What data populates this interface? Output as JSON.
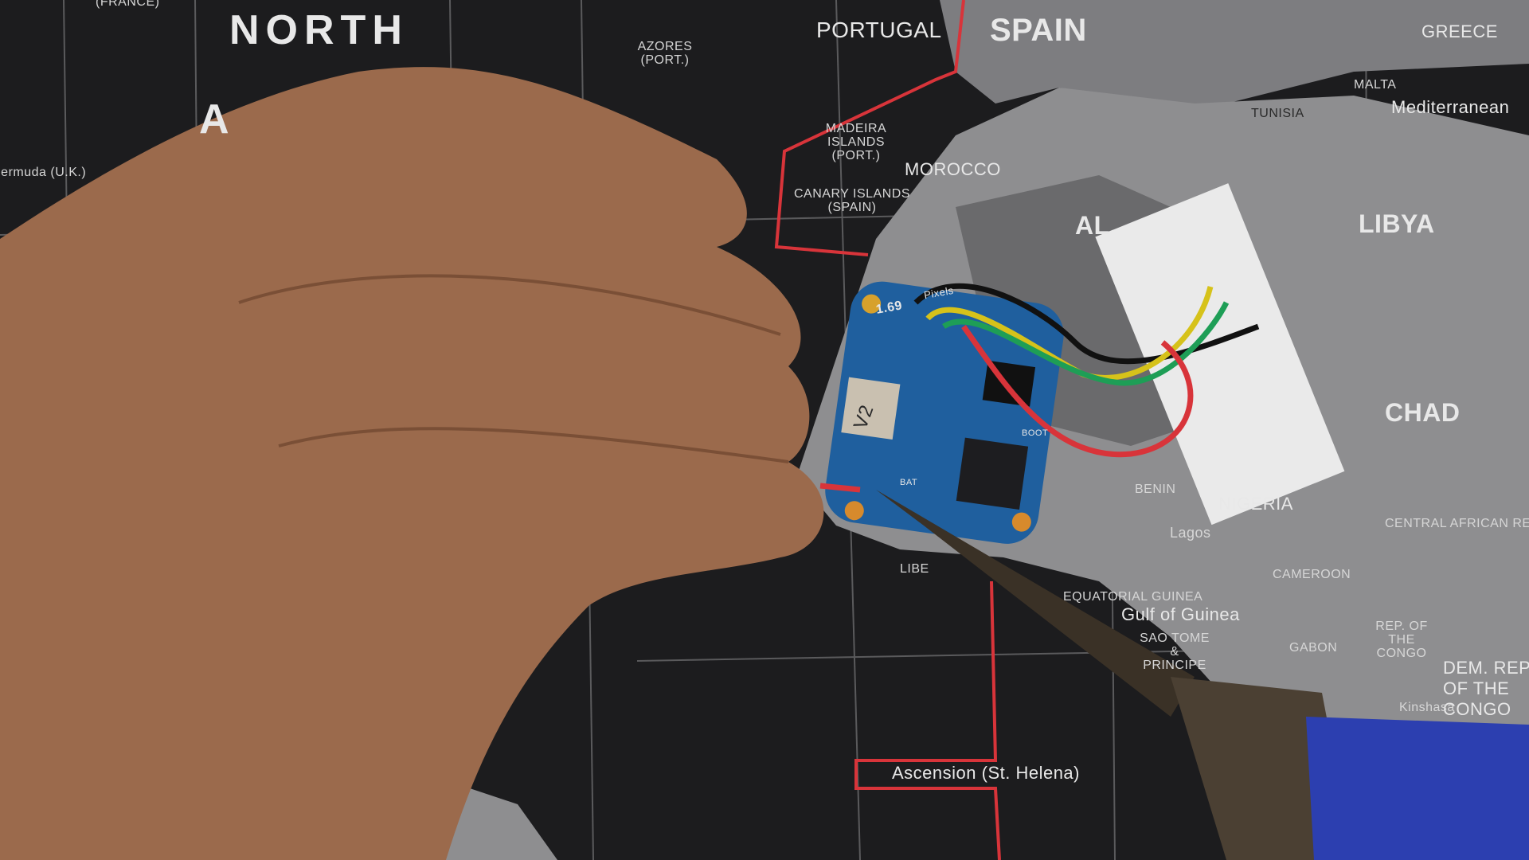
{
  "map_labels": {
    "france": "(FRANCE)",
    "north": "NORTH",
    "atlantic_fragment": "A",
    "bermuda": "Bermuda (U.K.)",
    "azores": "AZORES (PORT.)",
    "portugal": "PORTUGAL",
    "spain": "SPAIN",
    "greece": "GREECE",
    "malta": "MALTA",
    "tunisia": "TUNISIA",
    "mediterranean": "Mediterranean",
    "madeira": "MADEIRA ISLANDS (PORT.)",
    "morocco": "MOROCCO",
    "canary": "CANARY ISLANDS (SPAIN)",
    "algeria_fragment": "AL",
    "libya": "LIBYA",
    "chad": "CHAD",
    "central_african": "CENTRAL AFRICAN REPUBLIC",
    "benin": "BENIN",
    "nigeria_fragment": "NIGERIA",
    "lagos": "Lagos",
    "eq_guinea": "EQUATORIAL GUINEA",
    "gulf_guinea": "Gulf of Guinea",
    "sao_tome": "SAO TOME & PRINCIPE",
    "cameroon": "CAMEROON",
    "gabon": "GABON",
    "rep_congo": "REP. OF THE CONGO",
    "drc": "DEM. REP. OF THE CONGO",
    "kinshasa": "Kinshasa",
    "ascension": "Ascension (St. Helena)",
    "liberia_fragment": "LIBE"
  },
  "board": {
    "model": "1.69",
    "version": "V2",
    "boot": "BOOT",
    "bat": "BAT",
    "pixels": "Pixels"
  },
  "colors": {
    "map_bg": "#1c1c1e",
    "land": "#8a8a8c",
    "border_red": "#d8343a",
    "pcb": "#1f5f9e"
  }
}
